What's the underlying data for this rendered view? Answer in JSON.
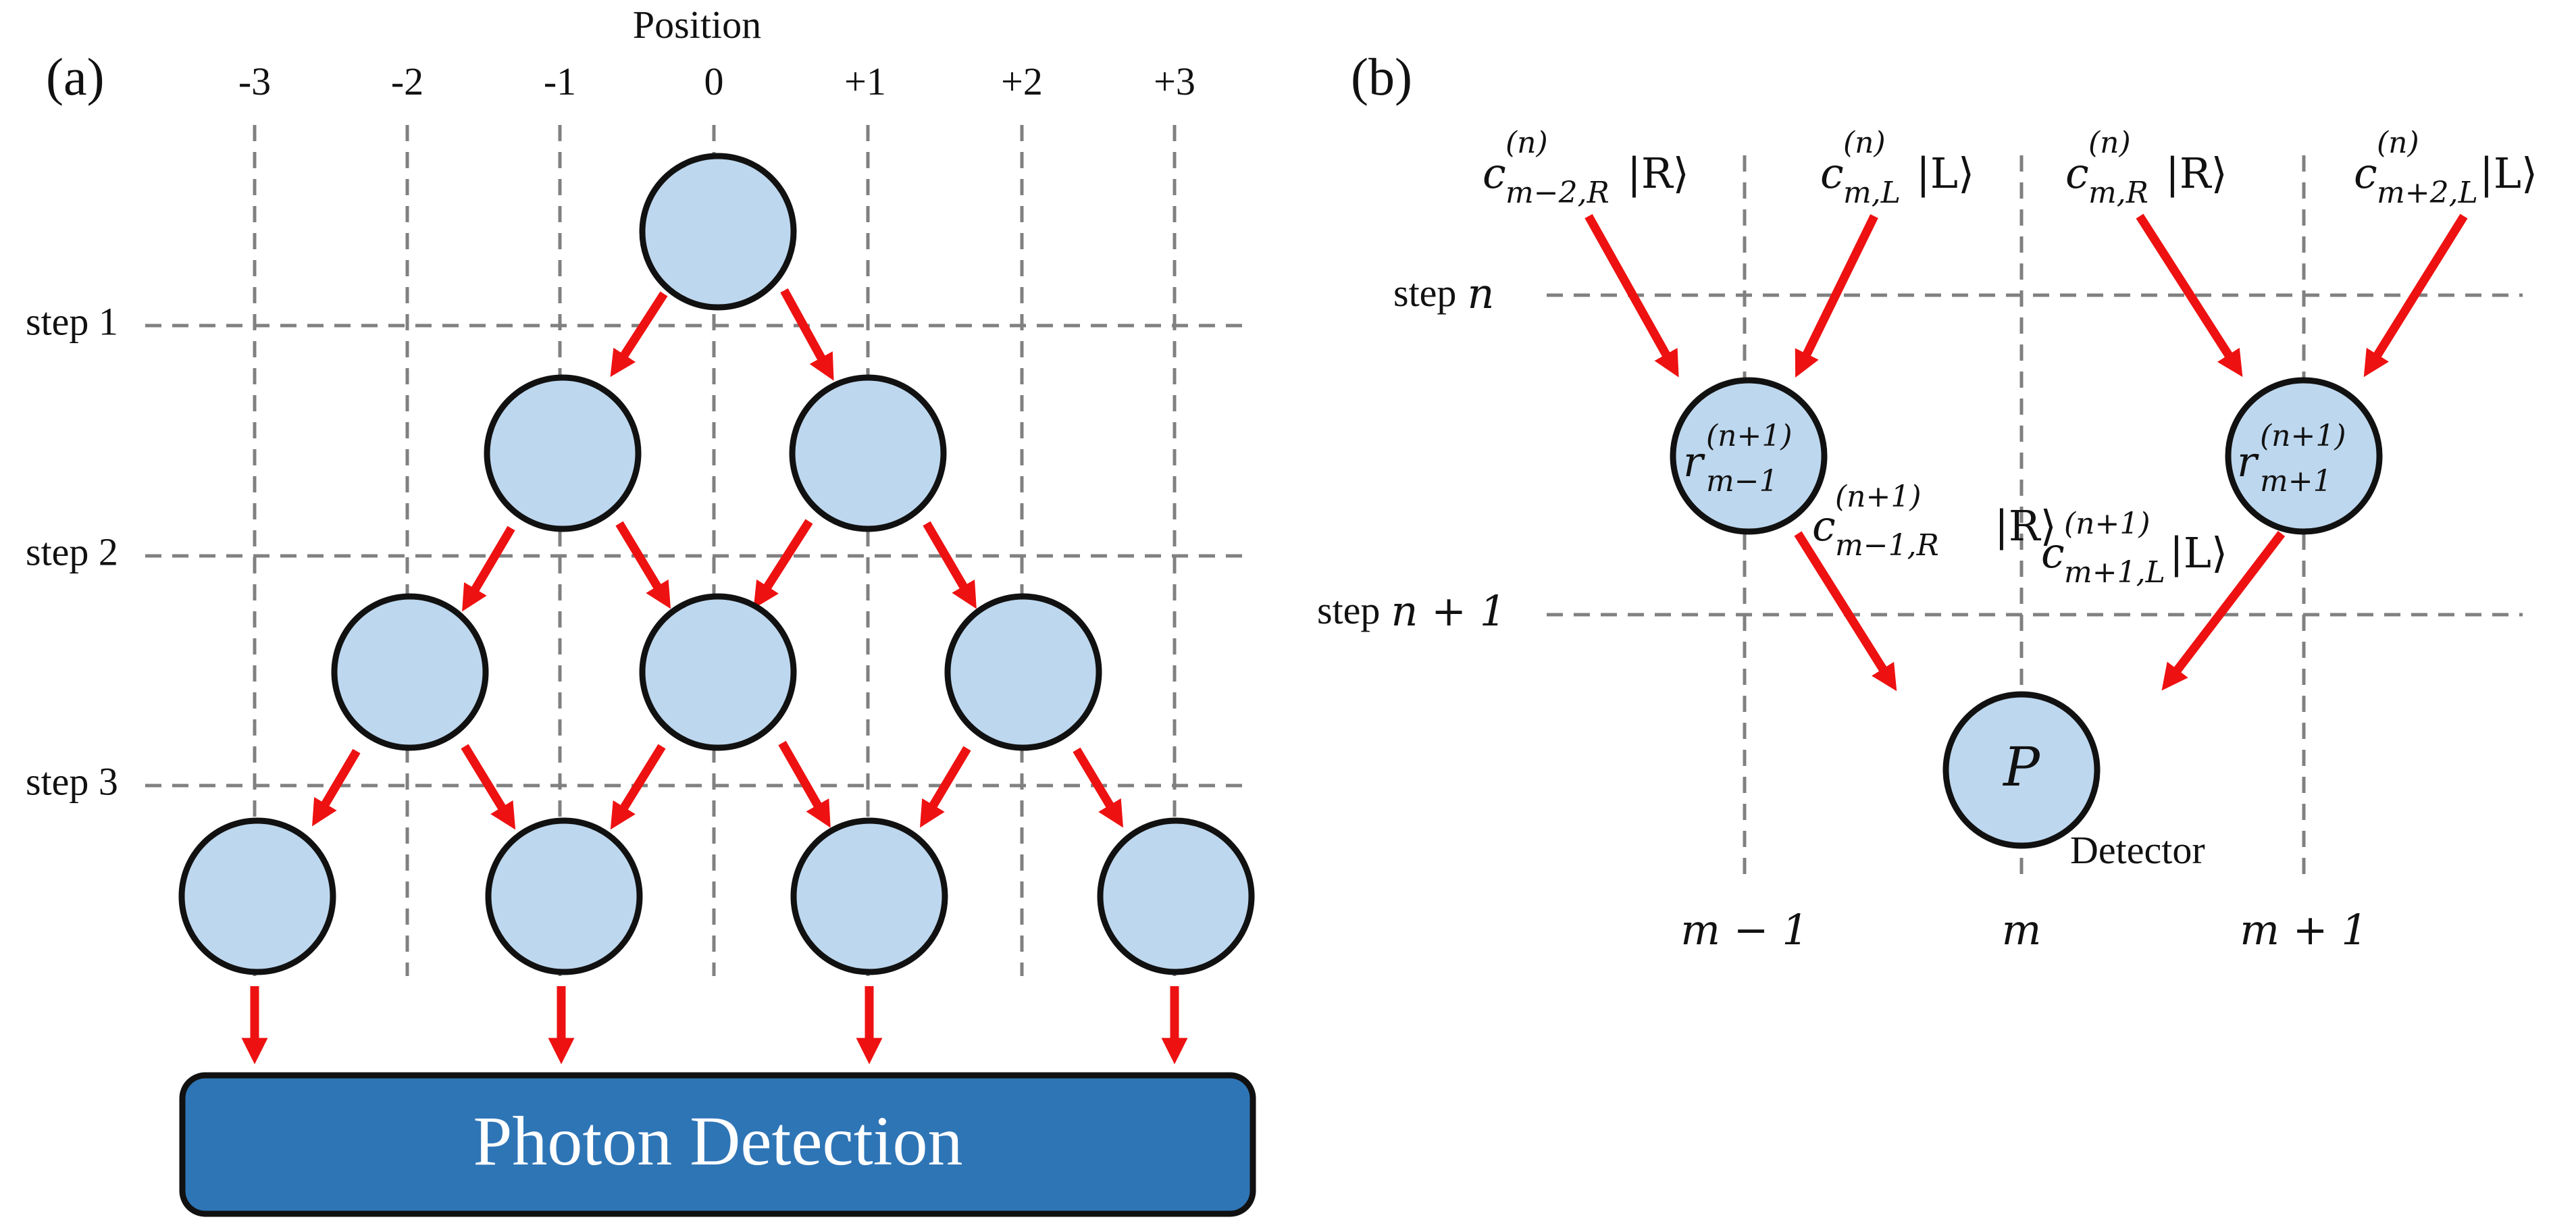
{
  "colors": {
    "node_fill": "#bdd7ee",
    "node_stroke": "#111111",
    "arrow": "#ee1111",
    "grid": "#808080",
    "detection_box": "#2e75b6"
  },
  "panel_a": {
    "label": "(a)",
    "axis_title": "Position",
    "positions": [
      "-3",
      "-2",
      "-1",
      "0",
      "+1",
      "+2",
      "+3"
    ],
    "steps": [
      "step 1",
      "step 2",
      "step 3"
    ],
    "detection_label": "Photon Detection"
  },
  "panel_b": {
    "label": "(b)",
    "step_n": "step",
    "step_n_var": "n",
    "step_n1": "step",
    "step_n1_var": "n + 1",
    "incoming": [
      {
        "c": "c",
        "sup": "(n)",
        "sub": "m−2,R",
        "ket": "|R⟩"
      },
      {
        "c": "c",
        "sup": "(n)",
        "sub": "m,L",
        "ket": "|L⟩"
      },
      {
        "c": "c",
        "sup": "(n)",
        "sub": "m,R",
        "ket": "|R⟩"
      },
      {
        "c": "c",
        "sup": "(n)",
        "sub": "m+2,L",
        "ket": "|L⟩"
      }
    ],
    "node_left": {
      "r": "r",
      "sup": "(n+1)",
      "sub": "m−1"
    },
    "node_right": {
      "r": "r",
      "sup": "(n+1)",
      "sub": "m+1"
    },
    "outgoing": [
      {
        "c": "c",
        "sup": "(n+1)",
        "sub": "m−1,R",
        "ket": "|R⟩"
      },
      {
        "c": "c",
        "sup": "(n+1)",
        "sub": "m+1,L",
        "ket": "|L⟩"
      }
    ],
    "detector_symbol": "P",
    "detector_label": "Detector",
    "columns": [
      "m − 1",
      "m",
      "m + 1"
    ]
  }
}
